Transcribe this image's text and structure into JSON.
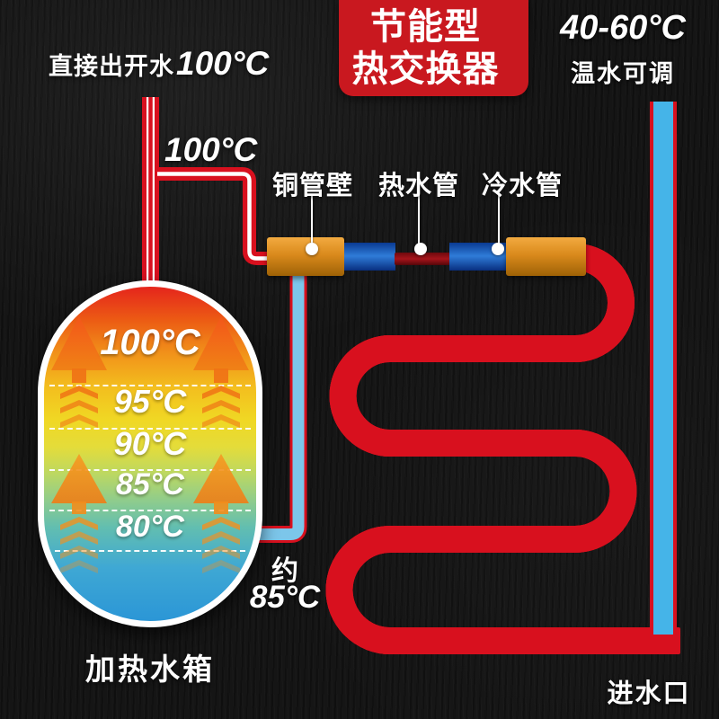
{
  "badge": {
    "line1": "节能型",
    "line2": "热交换器",
    "bg_color": "#C9181F"
  },
  "top_left": {
    "text": "直接出开水",
    "temp": "100°C"
  },
  "top_right": {
    "range": "40-60°C",
    "caption": "温水可调"
  },
  "outlet_pipe_temp": "100°C",
  "cutaway": {
    "copper_wall_label": "铜管壁",
    "hot_pipe_label": "热水管",
    "cold_pipe_label": "冷水管",
    "copper_color": "#D88A1E",
    "hot_core_color": "#A6141B",
    "cold_color": "#2F7CD8"
  },
  "tank": {
    "name": "加热水箱",
    "levels": [
      "100°C",
      "95°C",
      "90°C",
      "85°C",
      "80°C"
    ]
  },
  "preheat": {
    "prefix": "约",
    "temp": "85°C"
  },
  "inlet_label": "进水口",
  "colors": {
    "pipe_red": "#D8101E",
    "inlet_blue": "#45B4E8",
    "serpentine_inner": "#B9DDF3",
    "background": "#151515"
  }
}
